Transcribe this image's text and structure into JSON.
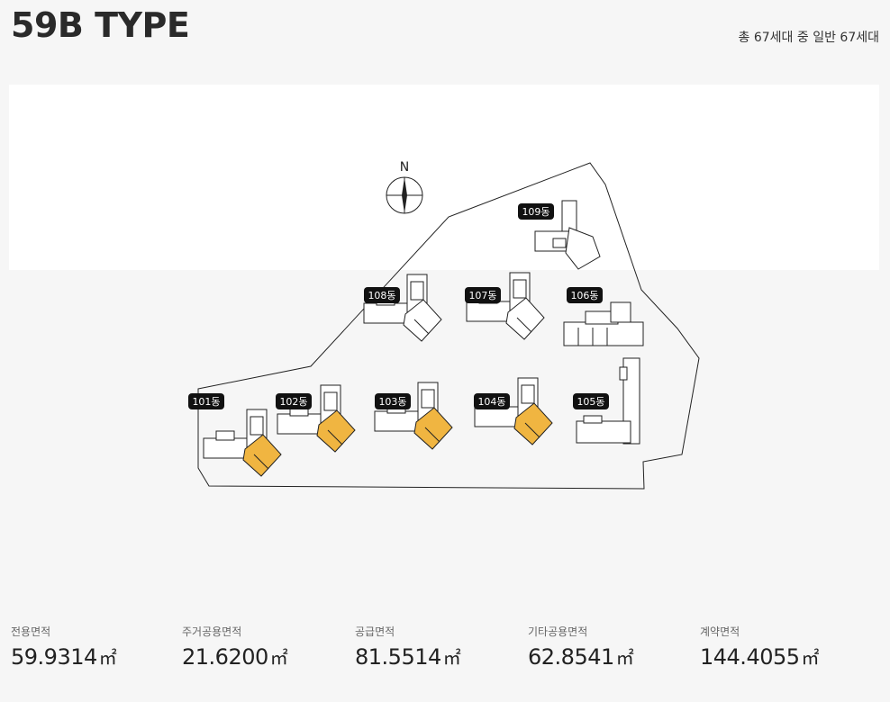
{
  "header": {
    "title": "59B TYPE",
    "units_summary": "총 67세대 중 일반 67세대"
  },
  "site_map": {
    "compass_label": "N",
    "highlight_color": "#f0b541",
    "buildings": [
      {
        "label": "101동",
        "highlighted": true
      },
      {
        "label": "102동",
        "highlighted": true
      },
      {
        "label": "103동",
        "highlighted": true
      },
      {
        "label": "104동",
        "highlighted": true
      },
      {
        "label": "105동",
        "highlighted": false
      },
      {
        "label": "106동",
        "highlighted": false
      },
      {
        "label": "107동",
        "highlighted": false
      },
      {
        "label": "108동",
        "highlighted": false
      },
      {
        "label": "109동",
        "highlighted": false
      }
    ]
  },
  "areas": [
    {
      "label": "전용면적",
      "value": "59.9314",
      "unit": "㎡"
    },
    {
      "label": "주거공용면적",
      "value": "21.6200",
      "unit": "㎡"
    },
    {
      "label": "공급면적",
      "value": "81.5514",
      "unit": "㎡"
    },
    {
      "label": "기타공용면적",
      "value": "62.8541",
      "unit": "㎡"
    },
    {
      "label": "계약면적",
      "value": "144.4055",
      "unit": "㎡"
    }
  ]
}
